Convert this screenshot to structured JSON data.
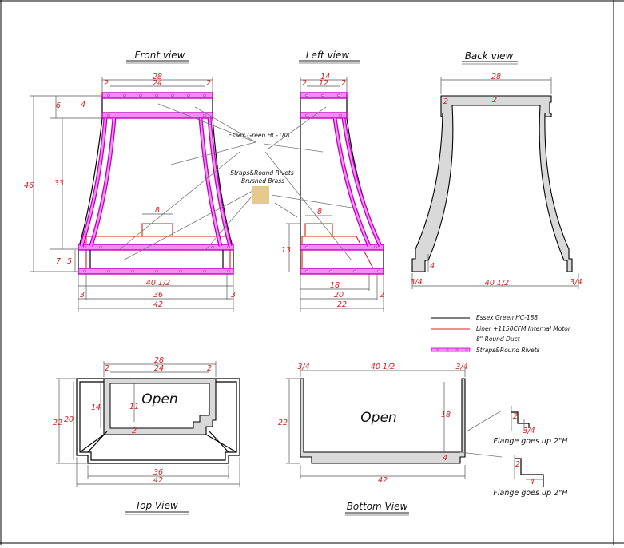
{
  "views": {
    "front": "Front view",
    "left": "Left view",
    "back": "Back view",
    "top": "Top View",
    "bottom": "Bottom View"
  },
  "front_dims": {
    "top_total": "28",
    "top_inner": "24",
    "top_left": "2",
    "top_right": "2",
    "h_total": "46",
    "h_top": "6",
    "h_top_inner": "4",
    "h_mid": "33",
    "h_bot": "7",
    "h_bot_inner": "5",
    "duct": "8",
    "bot_inner_frac": "40 1/2",
    "bot_inner": "36",
    "bot_total": "42",
    "bot_left": "3",
    "bot_right": "3"
  },
  "left_dims": {
    "top_total": "14",
    "top_inner": "12",
    "top_left": "2",
    "top_right": "2",
    "h_bot": "13",
    "duct": "8",
    "d18": "18",
    "d20": "20",
    "d22": "22",
    "d2": "2"
  },
  "back_dims": {
    "top": "28",
    "side": "2",
    "mid": "2",
    "h4": "4",
    "bot": "40 1/2",
    "bl": "3/4",
    "br": "3/4"
  },
  "callouts": {
    "paint": "Essex Green HC-188",
    "straps": "Straps&Round Rivets",
    "brass": "Brushed Brass"
  },
  "legend": [
    {
      "label": "Essex Green HC-188",
      "color": "#000000"
    },
    {
      "label": "Liner +1150CFM Internal Motor",
      "color": "#e01818"
    },
    {
      "label": "8\" Round Duct",
      "color": ""
    },
    {
      "label": "Straps&Round Rivets",
      "color": "#c000c0"
    }
  ],
  "top_dims": {
    "top_total": "28",
    "top_inner": "24",
    "top_left": "2",
    "top_right": "2",
    "h22": "22",
    "h20": "20",
    "h14": "14",
    "h11": "11",
    "h2": "2",
    "open": "Open",
    "b36": "36",
    "b42": "42"
  },
  "bottom_dims": {
    "left": "3/4",
    "mid": "40 1/2",
    "right": "3/4",
    "h22": "22",
    "h18": "18",
    "h4": "4",
    "open": "Open",
    "b42": "42"
  },
  "flange": {
    "note1": "Flange goes up 2\"H",
    "note2": "Flange goes up 2\"H",
    "d2": "2",
    "d34": "3/4",
    "d4": "4"
  },
  "colors": {
    "black": "#000000",
    "red": "#e01818",
    "strap": "#c000c0",
    "strap_fill": "#f58cf5",
    "brass": "#e6c98d",
    "gray": "#d9d9d9"
  }
}
